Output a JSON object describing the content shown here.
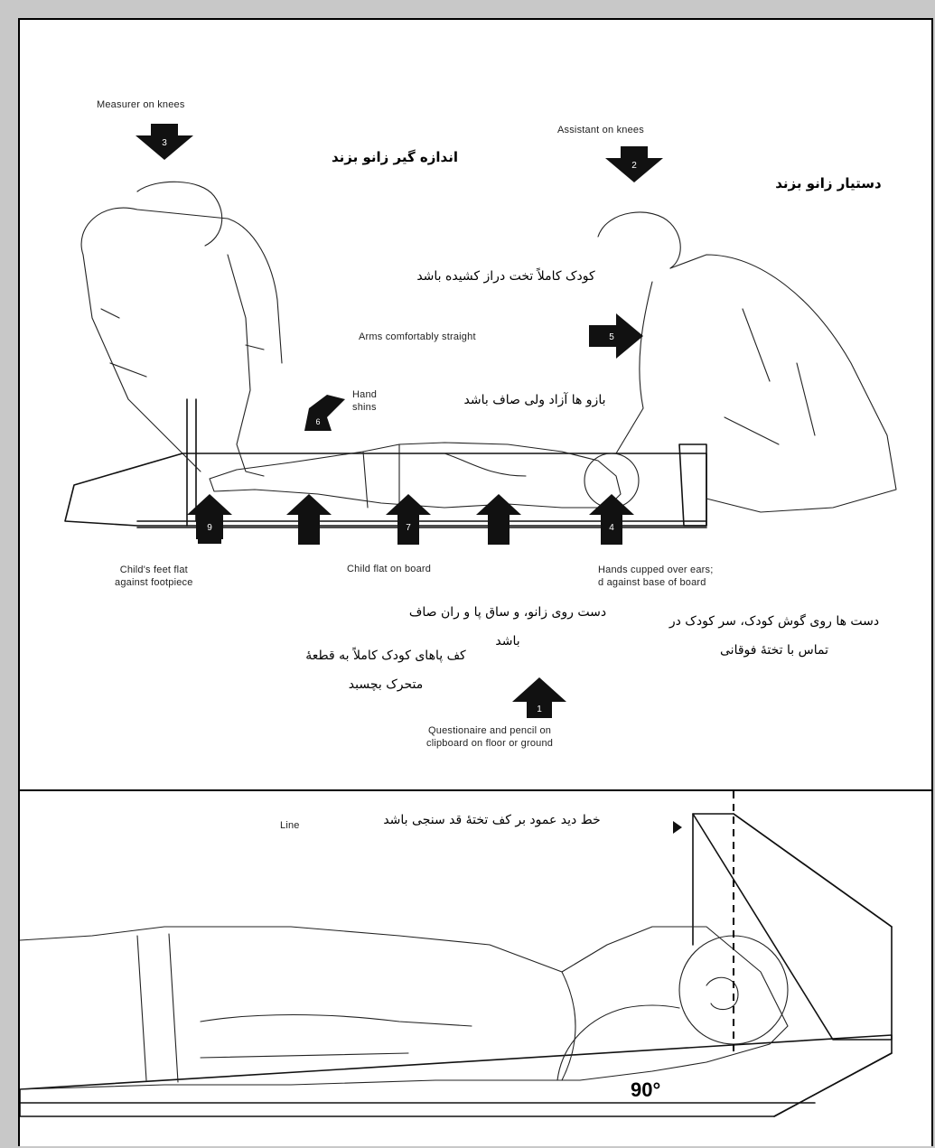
{
  "top_panel": {
    "labels_en": {
      "measurer": "Measurer on knees",
      "assistant": "Assistant on knees",
      "arms": "Arms comfortably straight",
      "hand": "Hand\nshins",
      "feet": "Child's feet flat\nagainst footpiece",
      "flat": "Child flat on board",
      "hands_ears": "Hands cupped over ears;\nd against base of board",
      "questionnaire": "Questionaire and pencil on\nclipboard on floor or ground"
    },
    "labels_fa": {
      "measurer": "اندازه گیر زانو بزند",
      "assistant": "دستیار زانو بزند",
      "child_flat": "کودک کاملاً تخت دراز کشیده باشد",
      "arms": "بازو ها آزاد ولی صاف باشد",
      "knees": "دست روی زانو، و ساق پا و ران صاف باشد",
      "feet": "کف پاهای کودک کاملاً به قطعۀ متحرک بچسبد",
      "head": "دست ها روی گوش کودک، سر کودک در تماس با تختۀ فوقانی"
    },
    "arrow_numbers": [
      "3",
      "2",
      "5",
      "6",
      "9",
      "7",
      "4",
      "1"
    ]
  },
  "bottom_panel": {
    "line_label": "Line",
    "line_fa": "خط دید عمود بر کف تختۀ قد سنجی باشد",
    "angle": "90°"
  },
  "colors": {
    "background": "#c8c8c8",
    "panel": "#ffffff",
    "ink": "#000000"
  }
}
